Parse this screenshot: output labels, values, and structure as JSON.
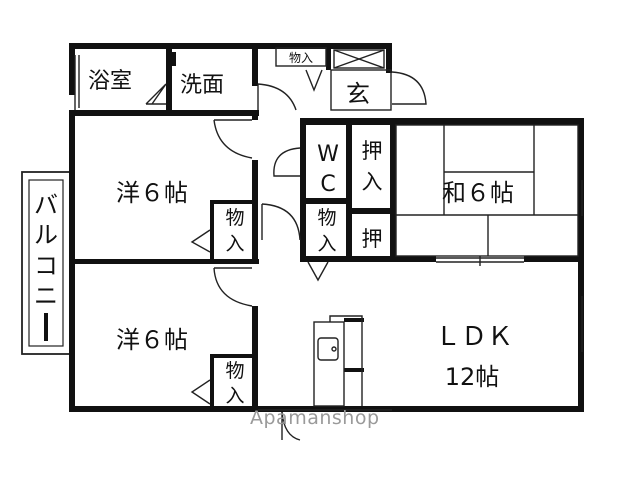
{
  "rooms": {
    "bath": "浴室",
    "washroom": "洗面",
    "closet_top": "物入",
    "entrance": "玄",
    "wc_w": "W",
    "wc_c": "C",
    "oshiire_1a": "押",
    "oshiire_1b": "入",
    "oshiire_2": "押",
    "closet_mid_a": "物",
    "closet_mid_b": "入",
    "closet_upper_a": "物",
    "closet_upper_b": "入",
    "closet_lower_a": "物",
    "closet_lower_b": "入",
    "western_upper": "洋６帖",
    "western_lower": "洋６帖",
    "japanese": "和６帖",
    "ldk_name": "ＬＤＫ",
    "ldk_size": "12帖"
  },
  "balcony": [
    "バ",
    "ル",
    "コ",
    "ニ",
    "ー"
  ],
  "watermark": "Apamanshop",
  "colors": {
    "wall": "#111111",
    "watermark": "#9a9a9a"
  }
}
